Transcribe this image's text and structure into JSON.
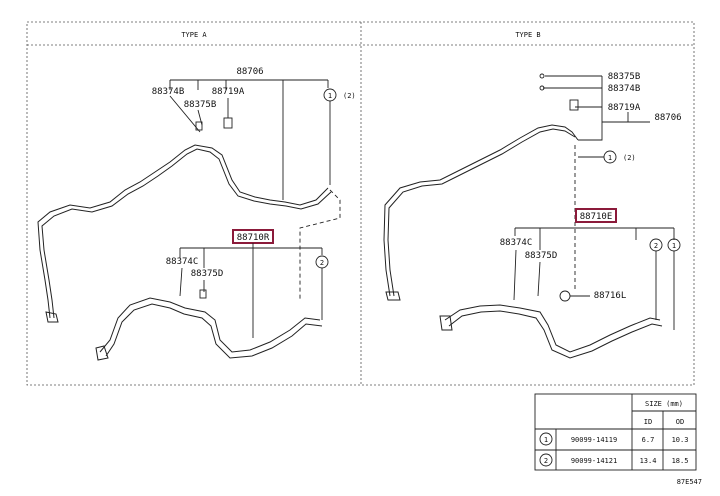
{
  "panels": {
    "type_a": {
      "header": "TYPE A",
      "callouts": {
        "top_assembly": "88706",
        "p1": "88374B",
        "p2": "88375B",
        "p3": "88719A",
        "ref": "1",
        "ref_suffix": "(2)",
        "highlighted": "88710R",
        "p4": "88374C",
        "p5": "88375D",
        "ref2": "2"
      }
    },
    "type_b": {
      "header": "TYPE B",
      "callouts": {
        "p1": "88375B",
        "p2": "88374B",
        "p3": "88719A",
        "top_assembly": "88706",
        "ref": "1",
        "ref_suffix": "(2)",
        "highlighted": "88710E",
        "p4": "88374C",
        "p5": "88375D",
        "p6": "88716L",
        "ref2": "2",
        "ref1": "1"
      }
    }
  },
  "size_table": {
    "title": "SIZE (mm)",
    "columns": [
      "ID",
      "OD"
    ],
    "rows": [
      {
        "ref": "1",
        "part": "90099-14119",
        "id": "6.7",
        "od": "10.3"
      },
      {
        "ref": "2",
        "part": "90099-14121",
        "id": "13.4",
        "od": "18.5"
      }
    ]
  },
  "figure_code": "87E547"
}
